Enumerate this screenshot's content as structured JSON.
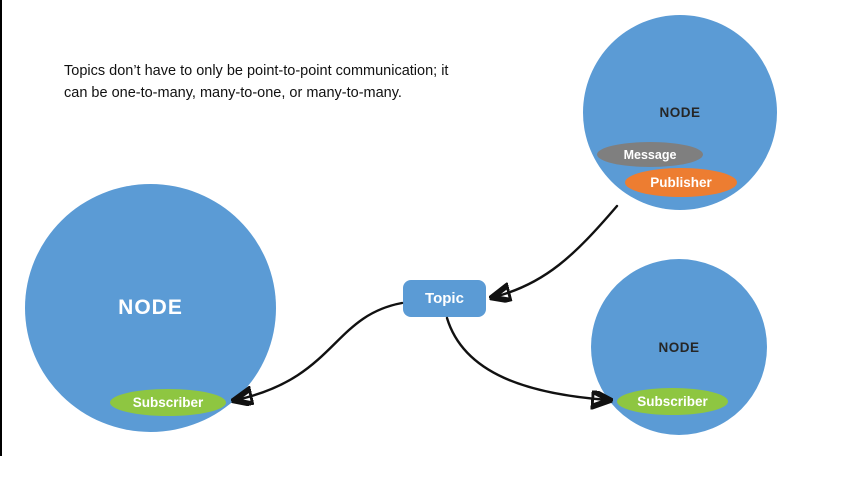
{
  "caption": {
    "lines": [
      "Topics don’t have to only be point-to-point communication; it",
      "can be one-to-many, many-to-one, or many-to-many."
    ]
  },
  "topic": {
    "label": "Topic"
  },
  "nodes": {
    "left": {
      "label": "NODE",
      "subscriber_label": "Subscriber"
    },
    "top_right": {
      "label": "NODE",
      "message_label": "Message",
      "publisher_label": "Publisher"
    },
    "bottom_right": {
      "label": "NODE",
      "subscriber_label": "Subscriber"
    }
  },
  "colors": {
    "node_fill": "#5B9BD5",
    "topic_fill": "#5B9BD5",
    "subscriber_fill": "#8EC641",
    "publisher_fill": "#ED7D31",
    "message_fill": "#7F7F7F",
    "arrow": "#111111",
    "node_label_light": "#FFFFFF",
    "node_label_dark": "#262626"
  }
}
